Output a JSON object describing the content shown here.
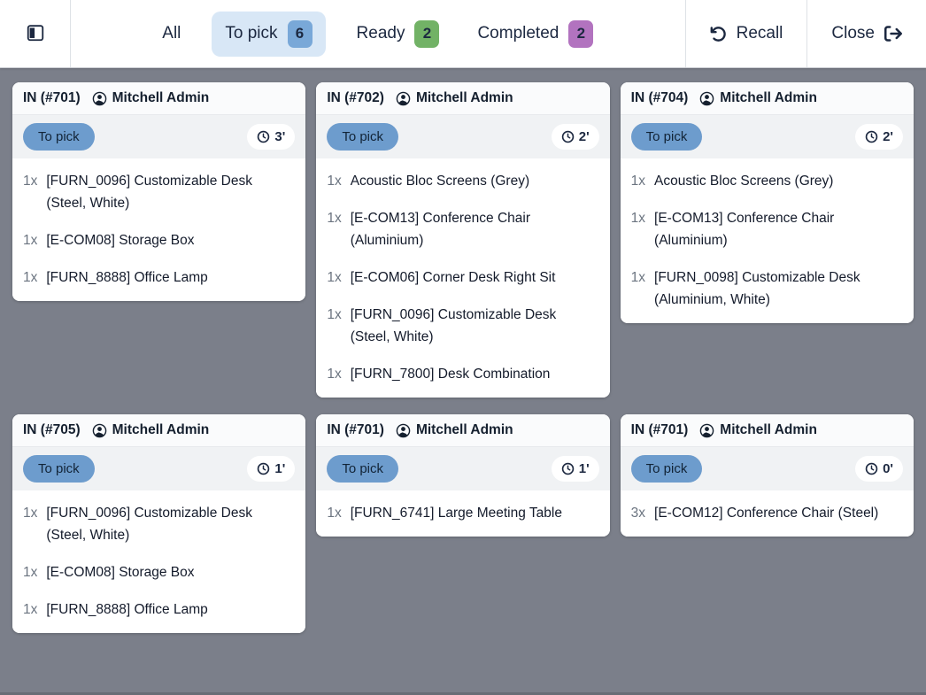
{
  "topbar": {
    "filters": [
      {
        "label": "All",
        "count": null,
        "active": false,
        "badge_color": null
      },
      {
        "label": "To pick",
        "count": "6",
        "active": true,
        "badge_color": "#79a8d8"
      },
      {
        "label": "Ready",
        "count": "2",
        "active": false,
        "badge_color": "#72b266"
      },
      {
        "label": "Completed",
        "count": "2",
        "active": false,
        "badge_color": "#b273bf"
      }
    ],
    "recall_label": "Recall",
    "close_label": "Close"
  },
  "colors": {
    "page_background": "#7b7f8a",
    "active_filter_background": "#d8e7f6",
    "status_pill_background": "#6d9ccd",
    "text_dark_navy": "#1c2840"
  },
  "cards": [
    {
      "title": "IN (#701)",
      "owner": "Mitchell Admin",
      "status": "To pick",
      "time": "3'",
      "lines": [
        {
          "qty": "1x",
          "name": "[FURN_0096] Customizable Desk (Steel, White)"
        },
        {
          "qty": "1x",
          "name": "[E-COM08] Storage Box"
        },
        {
          "qty": "1x",
          "name": "[FURN_8888] Office Lamp"
        }
      ]
    },
    {
      "title": "IN (#702)",
      "owner": "Mitchell Admin",
      "status": "To pick",
      "time": "2'",
      "lines": [
        {
          "qty": "1x",
          "name": "Acoustic Bloc Screens (Grey)"
        },
        {
          "qty": "1x",
          "name": "[E-COM13] Conference Chair (Aluminium)"
        },
        {
          "qty": "1x",
          "name": "[E-COM06] Corner Desk Right Sit"
        },
        {
          "qty": "1x",
          "name": "[FURN_0096] Customizable Desk (Steel, White)"
        },
        {
          "qty": "1x",
          "name": "[FURN_7800] Desk Combination"
        }
      ]
    },
    {
      "title": "IN (#704)",
      "owner": "Mitchell Admin",
      "status": "To pick",
      "time": "2'",
      "lines": [
        {
          "qty": "1x",
          "name": "Acoustic Bloc Screens (Grey)"
        },
        {
          "qty": "1x",
          "name": "[E-COM13] Conference Chair (Aluminium)"
        },
        {
          "qty": "1x",
          "name": "[FURN_0098] Customizable Desk (Aluminium, White)"
        }
      ]
    },
    {
      "title": "IN (#705)",
      "owner": "Mitchell Admin",
      "status": "To pick",
      "time": "1'",
      "lines": [
        {
          "qty": "1x",
          "name": "[FURN_0096] Customizable Desk (Steel, White)"
        },
        {
          "qty": "1x",
          "name": "[E-COM08] Storage Box"
        },
        {
          "qty": "1x",
          "name": "[FURN_8888] Office Lamp"
        }
      ]
    },
    {
      "title": "IN (#701)",
      "owner": "Mitchell Admin",
      "status": "To pick",
      "time": "1'",
      "lines": [
        {
          "qty": "1x",
          "name": "[FURN_6741] Large Meeting Table"
        }
      ]
    },
    {
      "title": "IN (#701)",
      "owner": "Mitchell Admin",
      "status": "To pick",
      "time": "0'",
      "lines": [
        {
          "qty": "3x",
          "name": "[E-COM12] Conference Chair (Steel)"
        }
      ]
    }
  ]
}
